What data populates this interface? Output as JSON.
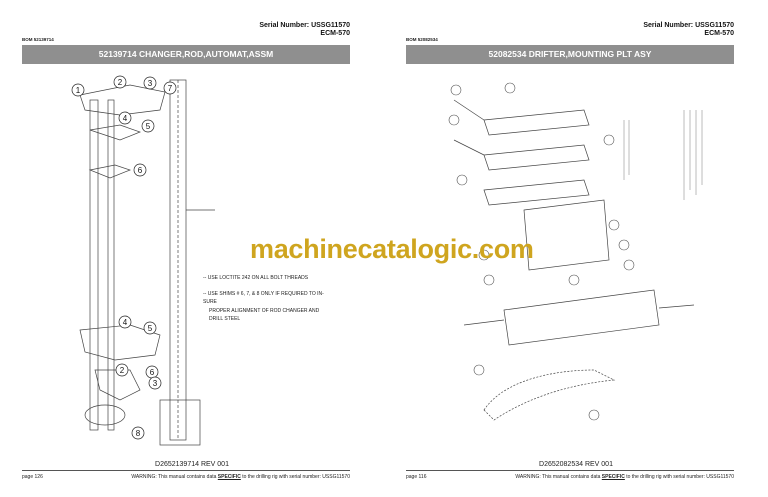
{
  "left_page": {
    "serial_number": "Serial Number: USSG11570",
    "model": "ECM-570",
    "bom": "BOM 52139714",
    "title": "52139714 CHANGER,ROD,AUTOMAT,ASSM",
    "callouts": [
      "1",
      "2",
      "3",
      "4",
      "5",
      "6",
      "7",
      "4",
      "5",
      "2",
      "6",
      "3",
      "8"
    ],
    "notes": [
      "-- USE LOCTITE 242 ON ALL BOLT THREADS",
      "-- USE SHIMS # 6, 7, & 8 ONLY IF REQUIRED TO IN-SURE",
      "PROPER ALIGNMENT OF ROD CHANGER AND DRILL STEEL"
    ],
    "drawing_number": "D2652139714 REV 001",
    "page": "page 126",
    "warning_prefix": "WARNING:  This manual contains data ",
    "warning_emphasis": "SPECIFIC",
    "warning_suffix": " to the drilling rig with serial number: USSG11570"
  },
  "right_page": {
    "serial_number": "Serial Number: USSG11570",
    "model": "ECM-570",
    "bom": "BOM 52082534",
    "title": "52082534 DRIFTER,MOUNTING PLT ASY",
    "drawing_number": "D2652082534 REV 001",
    "page": "page 116",
    "warning_prefix": "WARNING:  This manual contains data ",
    "warning_emphasis": "SPECIFIC",
    "warning_suffix": " to the drilling rig with serial number: USSG11570"
  },
  "watermark": "machinecatalogic.com",
  "colors": {
    "title_bar": "#8f8f8f",
    "watermark": "#cfa51f"
  }
}
